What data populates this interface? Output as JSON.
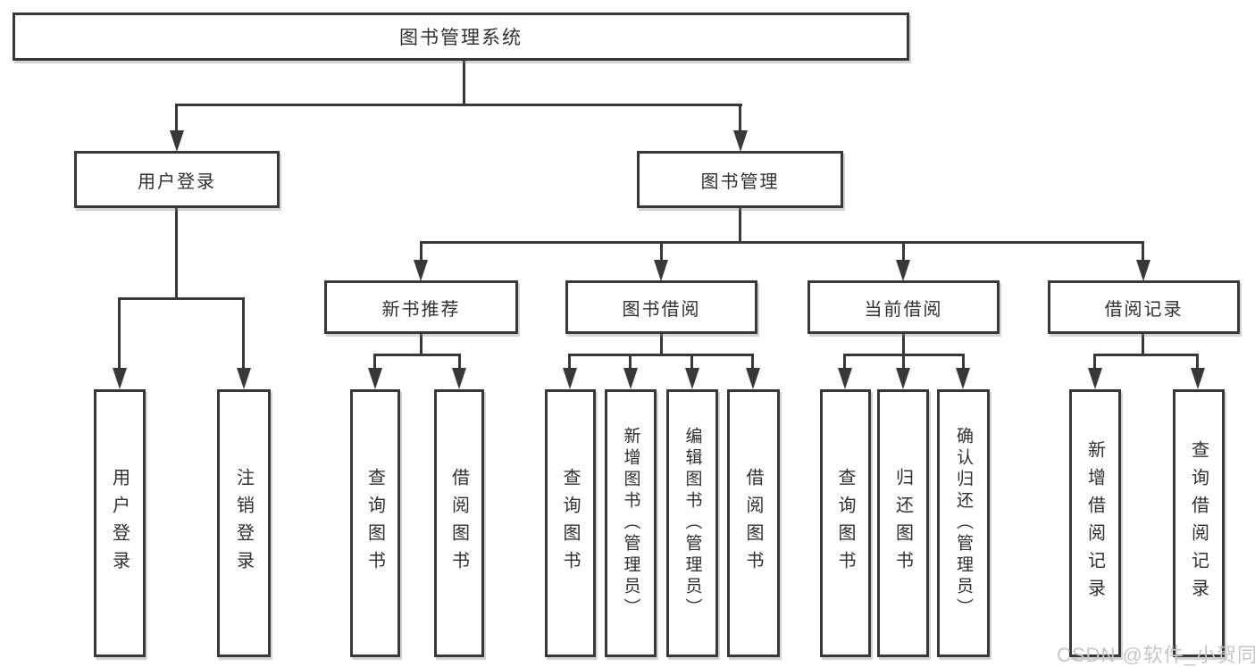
{
  "diagram": {
    "root": {
      "label": "图书管理系统",
      "children": [
        {
          "label": "用户登录",
          "children": [
            {
              "label": "用户登录"
            },
            {
              "label": "注销登录"
            }
          ]
        },
        {
          "label": "图书管理",
          "children": [
            {
              "label": "新书推荐",
              "children": [
                {
                  "label": "查询图书"
                },
                {
                  "label": "借阅图书"
                }
              ]
            },
            {
              "label": "图书借阅",
              "children": [
                {
                  "label": "查询图书"
                },
                {
                  "label": "新增图书（管理员）"
                },
                {
                  "label": "编辑图书（管理员）"
                },
                {
                  "label": "借阅图书"
                }
              ]
            },
            {
              "label": "当前借阅",
              "children": [
                {
                  "label": "查询图书"
                },
                {
                  "label": "归还图书"
                },
                {
                  "label": "确认归还（管理员）"
                }
              ]
            },
            {
              "label": "借阅记录",
              "children": [
                {
                  "label": "新增借阅记录"
                },
                {
                  "label": "查询借阅记录"
                }
              ]
            }
          ]
        }
      ]
    }
  },
  "watermark": "CSDN @软件_小贺同学",
  "colors": {
    "line": "#383838",
    "text": "#303030",
    "background": "#ffffff",
    "watermark": "#c9c5c5"
  }
}
